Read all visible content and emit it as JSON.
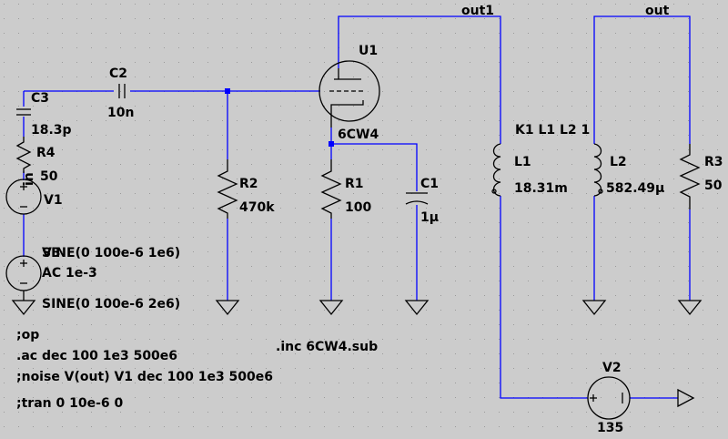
{
  "nets": {
    "out1": "out1",
    "out": "out",
    "in": "in"
  },
  "components": {
    "C3": {
      "name": "C3",
      "value": "18.3p"
    },
    "C2": {
      "name": "C2",
      "value": "10n"
    },
    "R4": {
      "name": "R4",
      "value": "50"
    },
    "V1": {
      "name": "V1",
      "value": "SINE(0 100e-6 1e6)",
      "ac": "AC 1e-3"
    },
    "V3": {
      "name": "V3",
      "value": "SINE(0 100e-6 2e6)"
    },
    "R2": {
      "name": "R2",
      "value": "470k"
    },
    "U1": {
      "name": "U1",
      "value": "6CW4"
    },
    "R1": {
      "name": "R1",
      "value": "100"
    },
    "C1": {
      "name": "C1",
      "value": "1µ"
    },
    "L1": {
      "name": "L1",
      "value": "18.31m"
    },
    "L2": {
      "name": "L2",
      "value": "582.49µ"
    },
    "R3": {
      "name": "R3",
      "value": "50"
    },
    "V2": {
      "name": "V2",
      "value": "135"
    },
    "K": {
      "text": "K1 L1 L2 1"
    }
  },
  "directives": {
    "op": ";op",
    "ac": ".ac dec 100 1e3 500e6",
    "noise": ";noise V(out) V1 dec 100 1e3 500e6",
    "tran": ";tran 0 10e-6 0",
    "inc": ".inc 6CW4.sub"
  },
  "colors": {
    "background": "#cccccc",
    "wire": "#0000ff",
    "component": "#000000"
  }
}
